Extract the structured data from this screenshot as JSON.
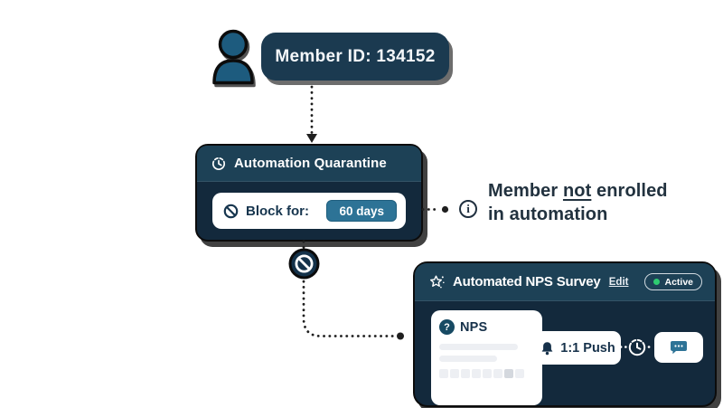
{
  "member_badge": {
    "label": "Member ID: 134152"
  },
  "quarantine_card": {
    "title": "Automation Quarantine",
    "block_row": {
      "label": "Block for:",
      "value": "60 days"
    }
  },
  "note": {
    "info_glyph": "i",
    "segment1": "Member ",
    "segment_underlined": "not",
    "segment2": " enrolled",
    "line2": "in automation"
  },
  "nps_card": {
    "title": "Automated NPS Survey",
    "edit_label": "Edit",
    "status_label": "Active",
    "nps_block": {
      "icon_glyph": "?",
      "label": "NPS"
    },
    "push_button": {
      "label": "1:1 Push"
    }
  },
  "icons": {
    "person-icon": "user silhouette",
    "clock-icon": "dashed quarantine timer clock",
    "no-entry-icon": "prohibition circle with slash",
    "info-icon": "circled i",
    "star-icon": "sparkle star",
    "bell-icon": "notification bell",
    "timer-icon": "dashed wait clock",
    "chat-icon": "speech bubble with dots"
  },
  "colors": {
    "header_navy": "#1d4156",
    "body_navy": "#13293c",
    "badge_navy": "#1b3a50",
    "steel_blue": "#2d7396",
    "person_blue": "#1d5b7e",
    "ink": "#22323f",
    "active_green": "#2ecc71",
    "skeleton_gray": "#edeff3",
    "skeleton_gray_dark": "#d4d8de"
  }
}
